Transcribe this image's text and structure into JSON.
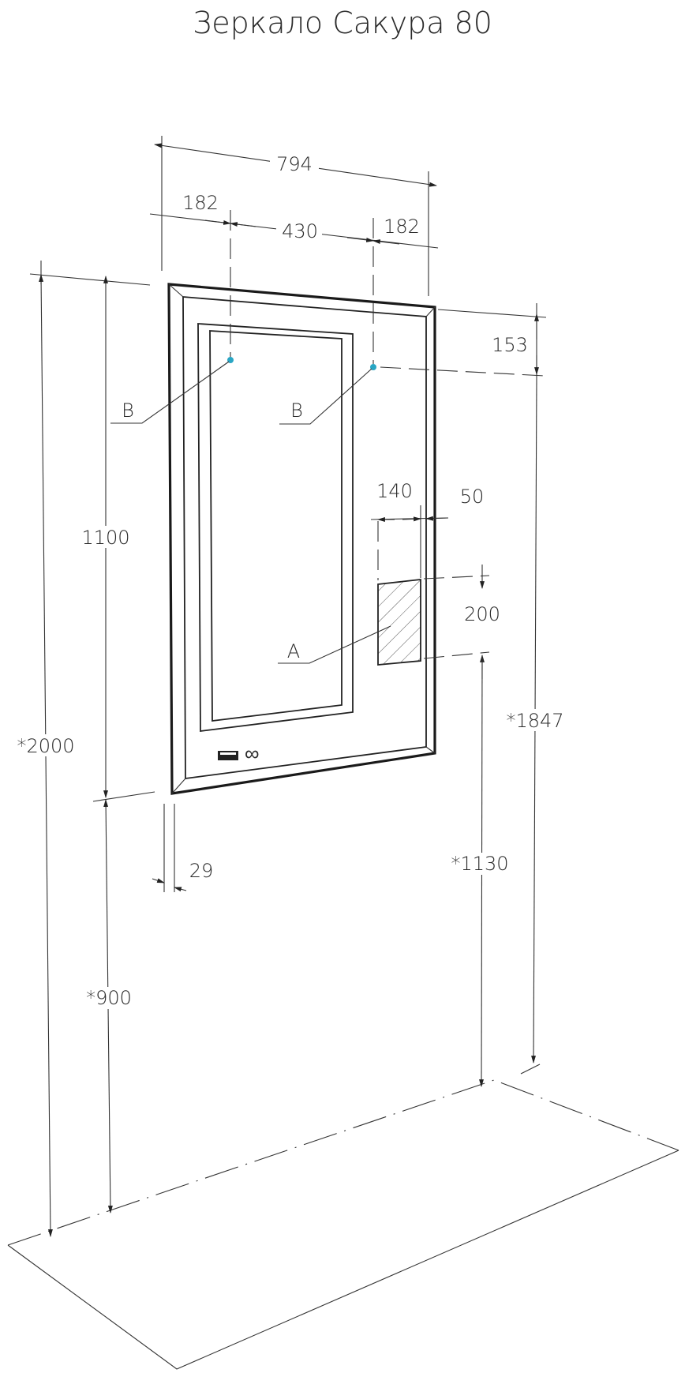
{
  "title": "Зеркало Сакура 80",
  "dimensions": {
    "overall_width": "794",
    "left_offset": "182",
    "center_span": "430",
    "right_offset": "182",
    "top_offset": "153",
    "box_width": "140",
    "box_side_offset": "50",
    "box_height": "200",
    "mirror_height": "1100",
    "mount_height": "*2000",
    "right_height": "*1847",
    "box_bottom_height": "*1130",
    "bottom_height": "*900",
    "depth": "29"
  },
  "labels": {
    "mount_point_left": "B",
    "mount_point_right": "B",
    "socket_zone": "A"
  },
  "colors": {
    "mount_point": "#29a6c4",
    "line": "#1a1a1a"
  },
  "icons": {
    "display_panel": "display-icon",
    "infinity": "infinity-icon"
  }
}
